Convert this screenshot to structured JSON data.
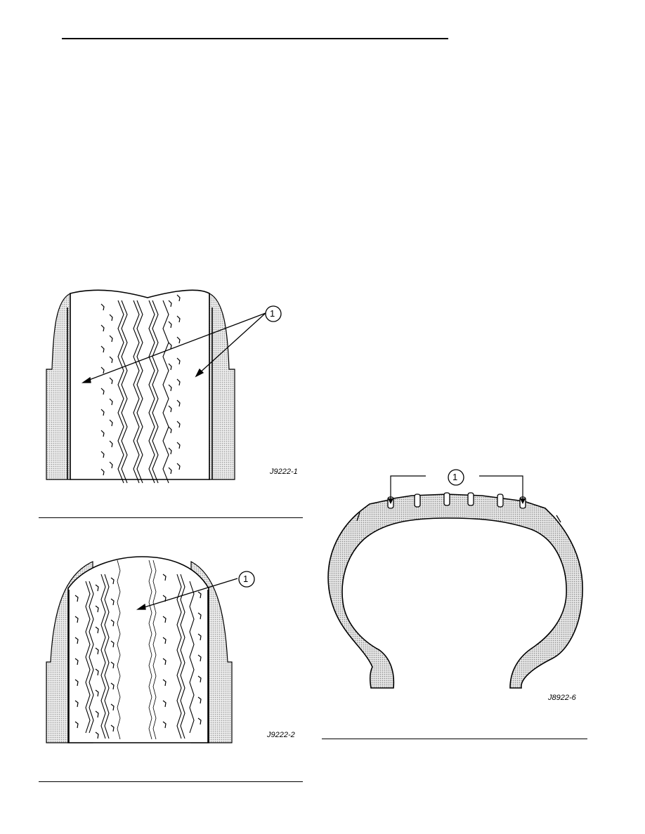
{
  "figures": {
    "fig1": {
      "code": "J9222-1",
      "callout": "1"
    },
    "fig2": {
      "code": "J9222-2",
      "callout": "1"
    },
    "fig3": {
      "code": "J8922-6",
      "callout": "1"
    }
  },
  "colors": {
    "ink": "#000000",
    "shade": "#d6d6d6",
    "paper": "#ffffff"
  }
}
